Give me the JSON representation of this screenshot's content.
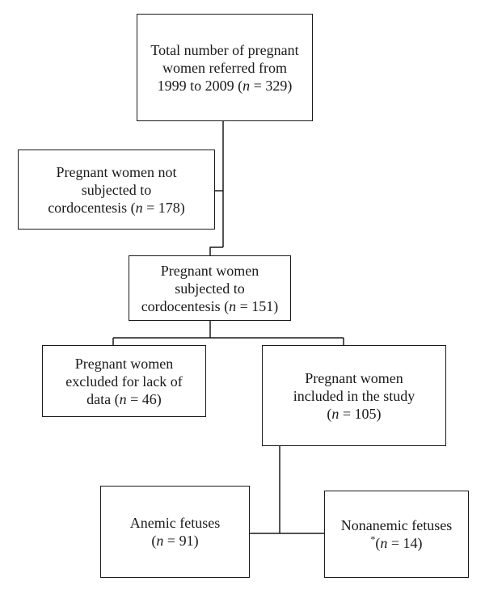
{
  "flowchart": {
    "total": {
      "line1": "Total number of pregnant",
      "line2": "women referred from",
      "line3_prefix": "1999 to 2009 (",
      "n_symbol": "n",
      "line3_suffix": " = 329)"
    },
    "not_subjected": {
      "line1": "Pregnant women not",
      "line2": "subjected to",
      "line3_prefix": "cordocentesis (",
      "n_symbol": "n",
      "line3_suffix": " = 178)"
    },
    "subjected": {
      "line1": "Pregnant women",
      "line2": "subjected to",
      "line3_prefix": "cordocentesis (",
      "n_symbol": "n",
      "line3_suffix": " = 151)"
    },
    "excluded": {
      "line1": "Pregnant women",
      "line2": "excluded for lack of",
      "line3_prefix": "data (",
      "n_symbol": "n",
      "line3_suffix": " = 46)"
    },
    "included": {
      "line1": "Pregnant women",
      "line2": "included in the study",
      "line3_prefix": "(",
      "n_symbol": "n",
      "line3_suffix": " = 105)"
    },
    "anemic": {
      "line1": "Anemic fetuses",
      "line2_prefix": "(",
      "n_symbol": "n",
      "line2_suffix": " = 91)"
    },
    "nonanemic": {
      "line1": "Nonanemic fetuses",
      "asterisk": "*",
      "line2_prefix": "(",
      "n_symbol": "n",
      "line2_suffix": " = 14)"
    }
  }
}
